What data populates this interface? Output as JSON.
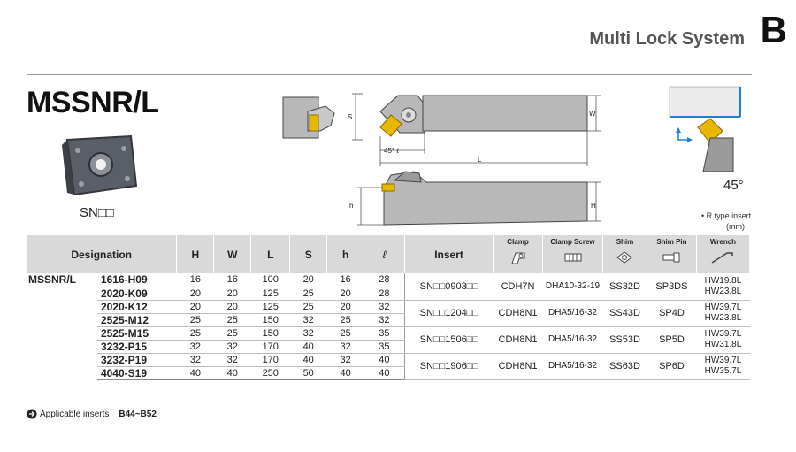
{
  "header": {
    "title": "Multi Lock System",
    "section_letter": "B"
  },
  "product": {
    "name": "MSSNR/L",
    "insert_label": "SN□□",
    "angle_label": "45°"
  },
  "drawing_labels": {
    "s": "S",
    "w": "W",
    "l": "L",
    "h_small": "h",
    "h_big": "H",
    "angle_l": "45°  ℓ"
  },
  "note": {
    "line1": "• R type insert",
    "line2": "(mm)"
  },
  "table": {
    "headers": {
      "designation": "Designation",
      "H": "H",
      "W": "W",
      "L": "L",
      "S": "S",
      "h": "h",
      "l": "ℓ",
      "insert": "Insert",
      "clamp": "Clamp",
      "clamp_screw": "Clamp Screw",
      "shim": "Shim",
      "shim_pin": "Shim Pin",
      "wrench": "Wrench"
    },
    "series": "MSSNR/L",
    "rows": [
      {
        "model": "1616-H09",
        "H": "16",
        "W": "16",
        "L": "100",
        "S": "20",
        "h": "16",
        "l": "28"
      },
      {
        "model": "2020-K09",
        "H": "20",
        "W": "20",
        "L": "125",
        "S": "25",
        "h": "20",
        "l": "28"
      },
      {
        "model": "2020-K12",
        "H": "20",
        "W": "20",
        "L": "125",
        "S": "25",
        "h": "20",
        "l": "32"
      },
      {
        "model": "2525-M12",
        "H": "25",
        "W": "25",
        "L": "150",
        "S": "32",
        "h": "25",
        "l": "32"
      },
      {
        "model": "2525-M15",
        "H": "25",
        "W": "25",
        "L": "150",
        "S": "32",
        "h": "25",
        "l": "35"
      },
      {
        "model": "3232-P15",
        "H": "32",
        "W": "32",
        "L": "170",
        "S": "40",
        "h": "32",
        "l": "35"
      },
      {
        "model": "3232-P19",
        "H": "32",
        "W": "32",
        "L": "170",
        "S": "40",
        "h": "32",
        "l": "40"
      },
      {
        "model": "4040-S19",
        "H": "40",
        "W": "40",
        "L": "250",
        "S": "50",
        "h": "40",
        "l": "40"
      }
    ],
    "groups": [
      {
        "insert": "SN□□0903□□",
        "clamp": "CDH7N",
        "clamp_screw": "DHA10-32-19",
        "shim": "SS32D",
        "shim_pin": "SP3DS",
        "wrench1": "HW19.8L",
        "wrench2": "HW23.8L"
      },
      {
        "insert": "SN□□1204□□",
        "clamp": "CDH8N1",
        "clamp_screw": "DHA5/16-32",
        "shim": "SS43D",
        "shim_pin": "SP4D",
        "wrench1": "HW39.7L",
        "wrench2": "HW23.8L"
      },
      {
        "insert": "SN□□1506□□",
        "clamp": "CDH8N1",
        "clamp_screw": "DHA5/16-32",
        "shim": "SS53D",
        "shim_pin": "SP5D",
        "wrench1": "HW39.7L",
        "wrench2": "HW31.8L"
      },
      {
        "insert": "SN□□1906□□",
        "clamp": "CDH8N1",
        "clamp_screw": "DHA5/16-32",
        "shim": "SS63D",
        "shim_pin": "SP6D",
        "wrench1": "HW39.7L",
        "wrench2": "HW35.7L"
      }
    ]
  },
  "footnote": {
    "text": "Applicable inserts",
    "ref": "B44~B52",
    "icon": "arrow-circle-icon"
  },
  "colors": {
    "header_bg": "#d9d9d9",
    "insert_gold": "#e8b800",
    "holder_gray": "#b8b8b8",
    "blue_accent": "#1f7fd0"
  }
}
